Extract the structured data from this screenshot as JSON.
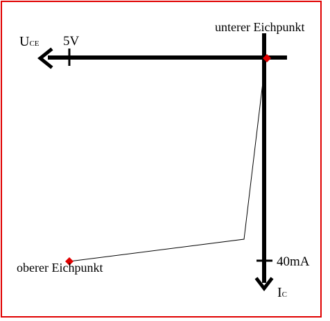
{
  "diagram": {
    "frame_color": "#e00000",
    "axis_color": "#000000",
    "point_color": "#e00000",
    "labels": {
      "x_axis_main": "U",
      "x_axis_sub": "CE",
      "x_tick": "5V",
      "y_axis_main": "I",
      "y_axis_sub": "C",
      "y_tick": "40mA",
      "lower_calibration_point": "unterer Eichpunkt",
      "upper_calibration_point": "oberer Eichpunkt"
    }
  }
}
